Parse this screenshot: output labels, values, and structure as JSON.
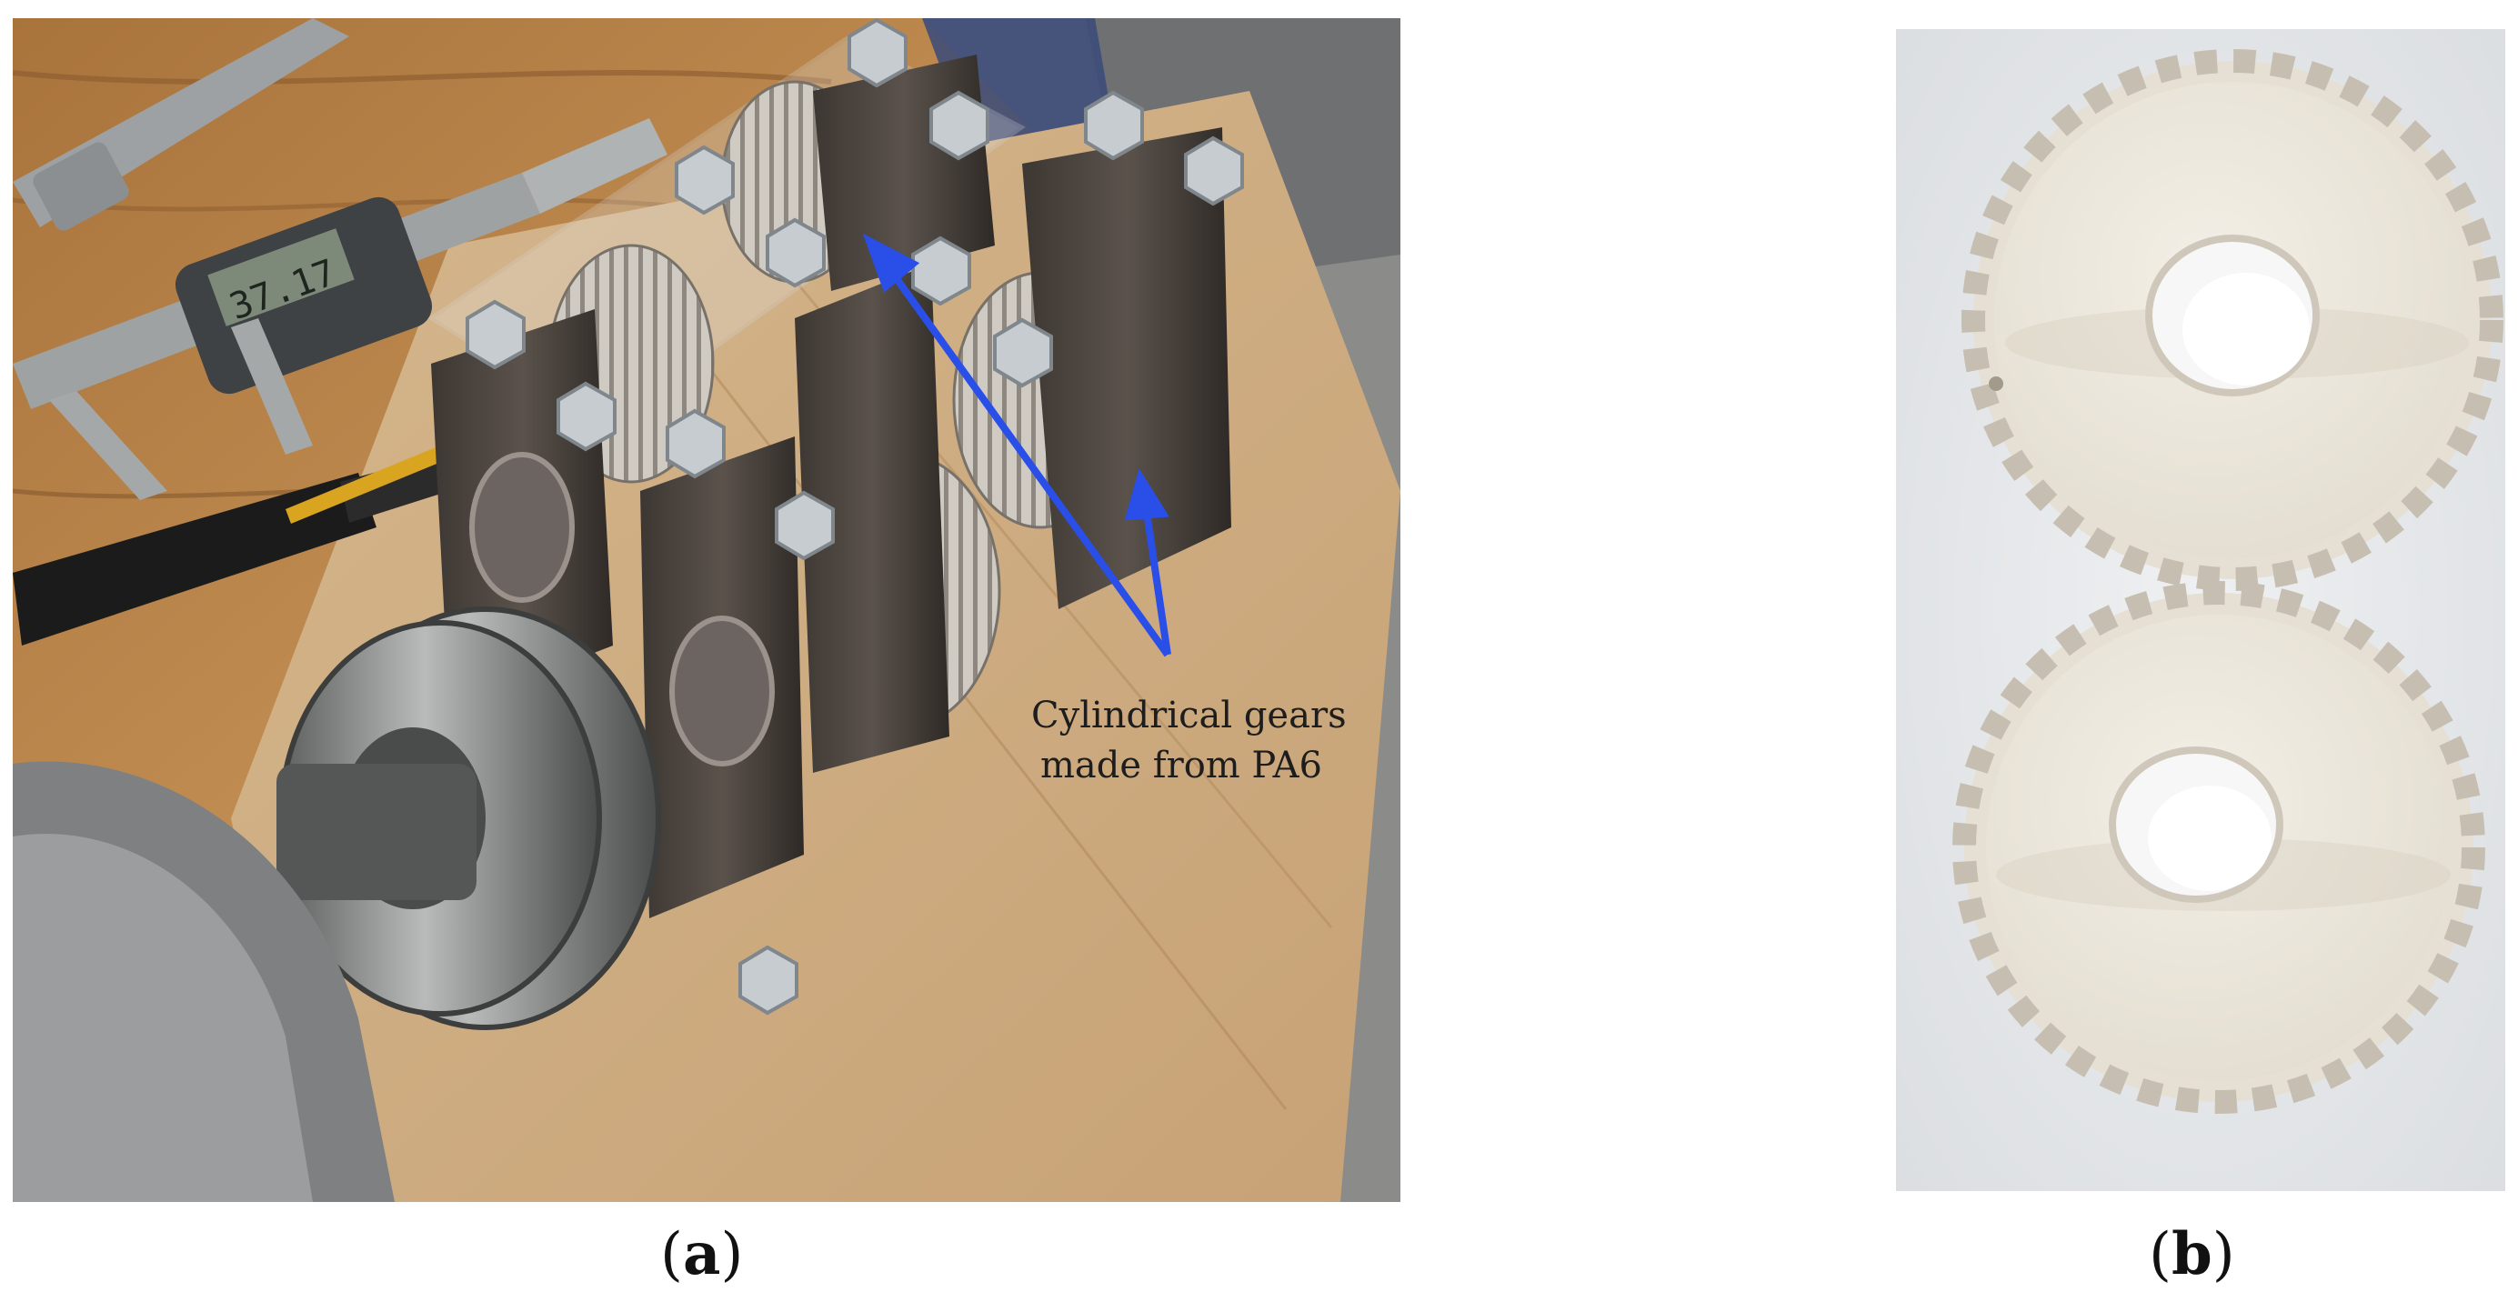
{
  "figure": {
    "panel_a": {
      "caption_open": "(",
      "caption_letter": "a",
      "caption_close": ")",
      "annotation": {
        "line1": "Cylindrical gears",
        "line2": "made from PA6"
      },
      "caliper_display": "37.17",
      "arrow_color": "#2a4fe8"
    },
    "panel_b": {
      "caption_open": "(",
      "caption_letter": "b",
      "caption_close": ")"
    }
  }
}
